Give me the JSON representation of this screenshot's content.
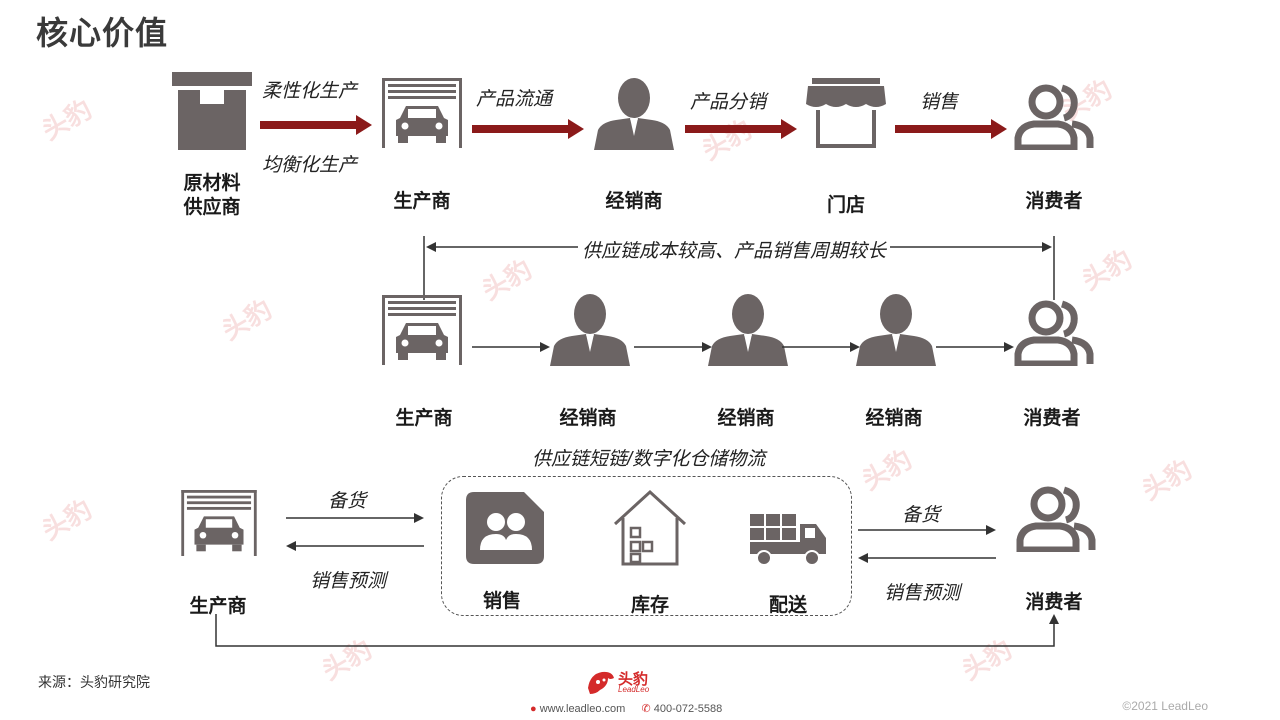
{
  "title": "核心价值",
  "row1": {
    "nodes": [
      "原材料\n供应商",
      "生产商",
      "经销商",
      "门店",
      "消费者"
    ],
    "arrow_labels_top": [
      "柔性化生产",
      "产品流通",
      "产品分销",
      "销售"
    ],
    "arrow_label_bottom": "均衡化生产"
  },
  "span_note": "供应链成本较高、产品销售周期较长",
  "row2": {
    "nodes": [
      "生产商",
      "经销商",
      "经销商",
      "经销商",
      "消费者"
    ]
  },
  "row3": {
    "box_title": "供应链短链/数字化仓储物流",
    "producer": "生产商",
    "consumer": "消费者",
    "left_top": "备货",
    "left_bottom": "销售预测",
    "right_top": "备货",
    "right_bottom": "销售预测",
    "box_items": [
      "销售",
      "库存",
      "配送"
    ]
  },
  "source": "来源：头豹研究院",
  "footer": {
    "brand": "头豹",
    "brand_sub": "LeadLeo",
    "website": "www.leadleo.com",
    "phone": "400-072-5588",
    "copyright": "©2021 LeadLeo"
  },
  "watermark": "头豹",
  "colors": {
    "accent": "#8b1a1a",
    "icon": "#6b6464"
  }
}
